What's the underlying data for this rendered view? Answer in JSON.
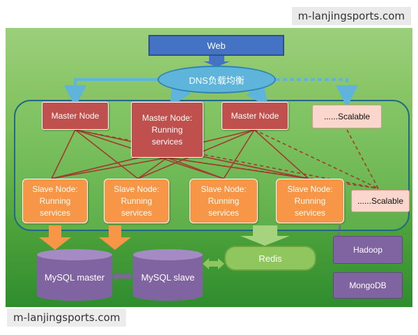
{
  "watermark": {
    "top": "m-lanjingsports.com",
    "bottom": "m-lanjingsports.com"
  },
  "diagram": {
    "web": "Web",
    "dns": "DNS负载均衡",
    "masters": [
      "Master Node",
      "Master Node:\nRunning\nservices",
      "Master Node"
    ],
    "scalable_master": "......Scalable",
    "slaves": [
      "Slave Node:\nRunning\nservices",
      "Slave Node:\nRunning\nservices",
      "Slave Node:\nRunning\nservices",
      "Slave Node:\nRunning\nservices"
    ],
    "scalable_slave": "......Scalable",
    "mysql_master": "MySQL master",
    "mysql_slave": "MySQL slave",
    "redis": "Redis",
    "hadoop": "Hadoop",
    "mongodb": "MongoDB"
  },
  "colors": {
    "web": "#4472c4",
    "dns": "#5fb4dc",
    "master": "#c0504d",
    "slave": "#f79646",
    "database": "#8064a2",
    "redis": "#8fc75e",
    "connector": "#a33a2e"
  }
}
